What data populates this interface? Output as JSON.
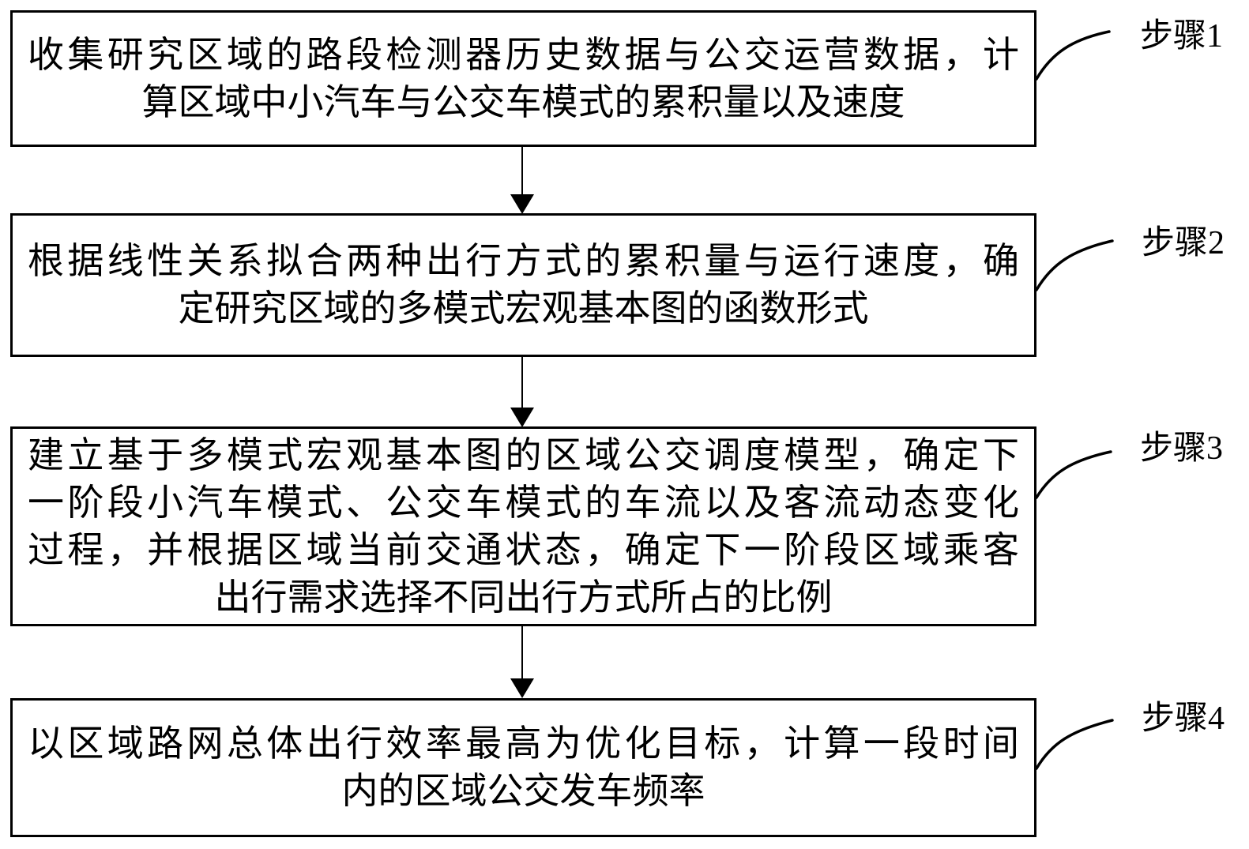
{
  "figure": {
    "type": "flowchart",
    "colors": {
      "ink": "#000000",
      "background": "#ffffff"
    },
    "steps": [
      {
        "label": "步骤1",
        "lines": [
          "收集研究区域的路段检测器历史数据与公交运营数据，计",
          "算区域中小汽车与公交车模式的累积量以及速度"
        ]
      },
      {
        "label": "步骤2",
        "lines": [
          "根据线性关系拟合两种出行方式的累积量与运行速度，确",
          "定研究区域的多模式宏观基本图的函数形式"
        ]
      },
      {
        "label": "步骤3",
        "lines": [
          "建立基于多模式宏观基本图的区域公交调度模型，确定下",
          "一阶段小汽车模式、公交车模式的车流以及客流动态变化",
          "过程，并根据区域当前交通状态，确定下一阶段区域乘客",
          "出行需求选择不同出行方式所占的比例"
        ]
      },
      {
        "label": "步骤4",
        "lines": [
          "以区域路网总体出行效率最高为优化目标，计算一段时间",
          "内的区域公交发车频率"
        ]
      }
    ]
  }
}
